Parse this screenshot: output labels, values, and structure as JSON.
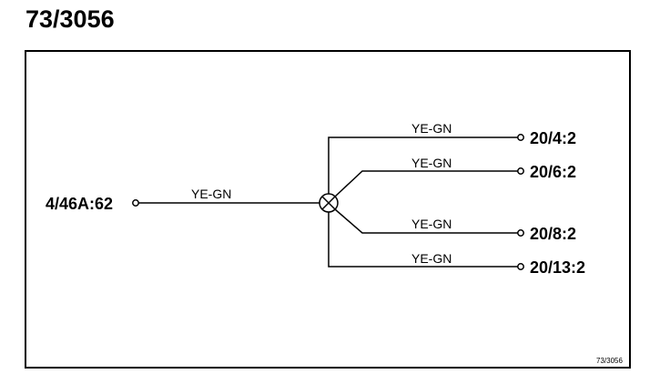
{
  "title": "73/3056",
  "source_terminal": {
    "label": "4/46A:62",
    "wire_color": "YE-GN"
  },
  "destinations": [
    {
      "label": "20/4:2",
      "wire_color": "YE-GN"
    },
    {
      "label": "20/6:2",
      "wire_color": "YE-GN"
    },
    {
      "label": "20/8:2",
      "wire_color": "YE-GN"
    },
    {
      "label": "20/13:2",
      "wire_color": "YE-GN"
    }
  ],
  "reference_code": "73/3056"
}
